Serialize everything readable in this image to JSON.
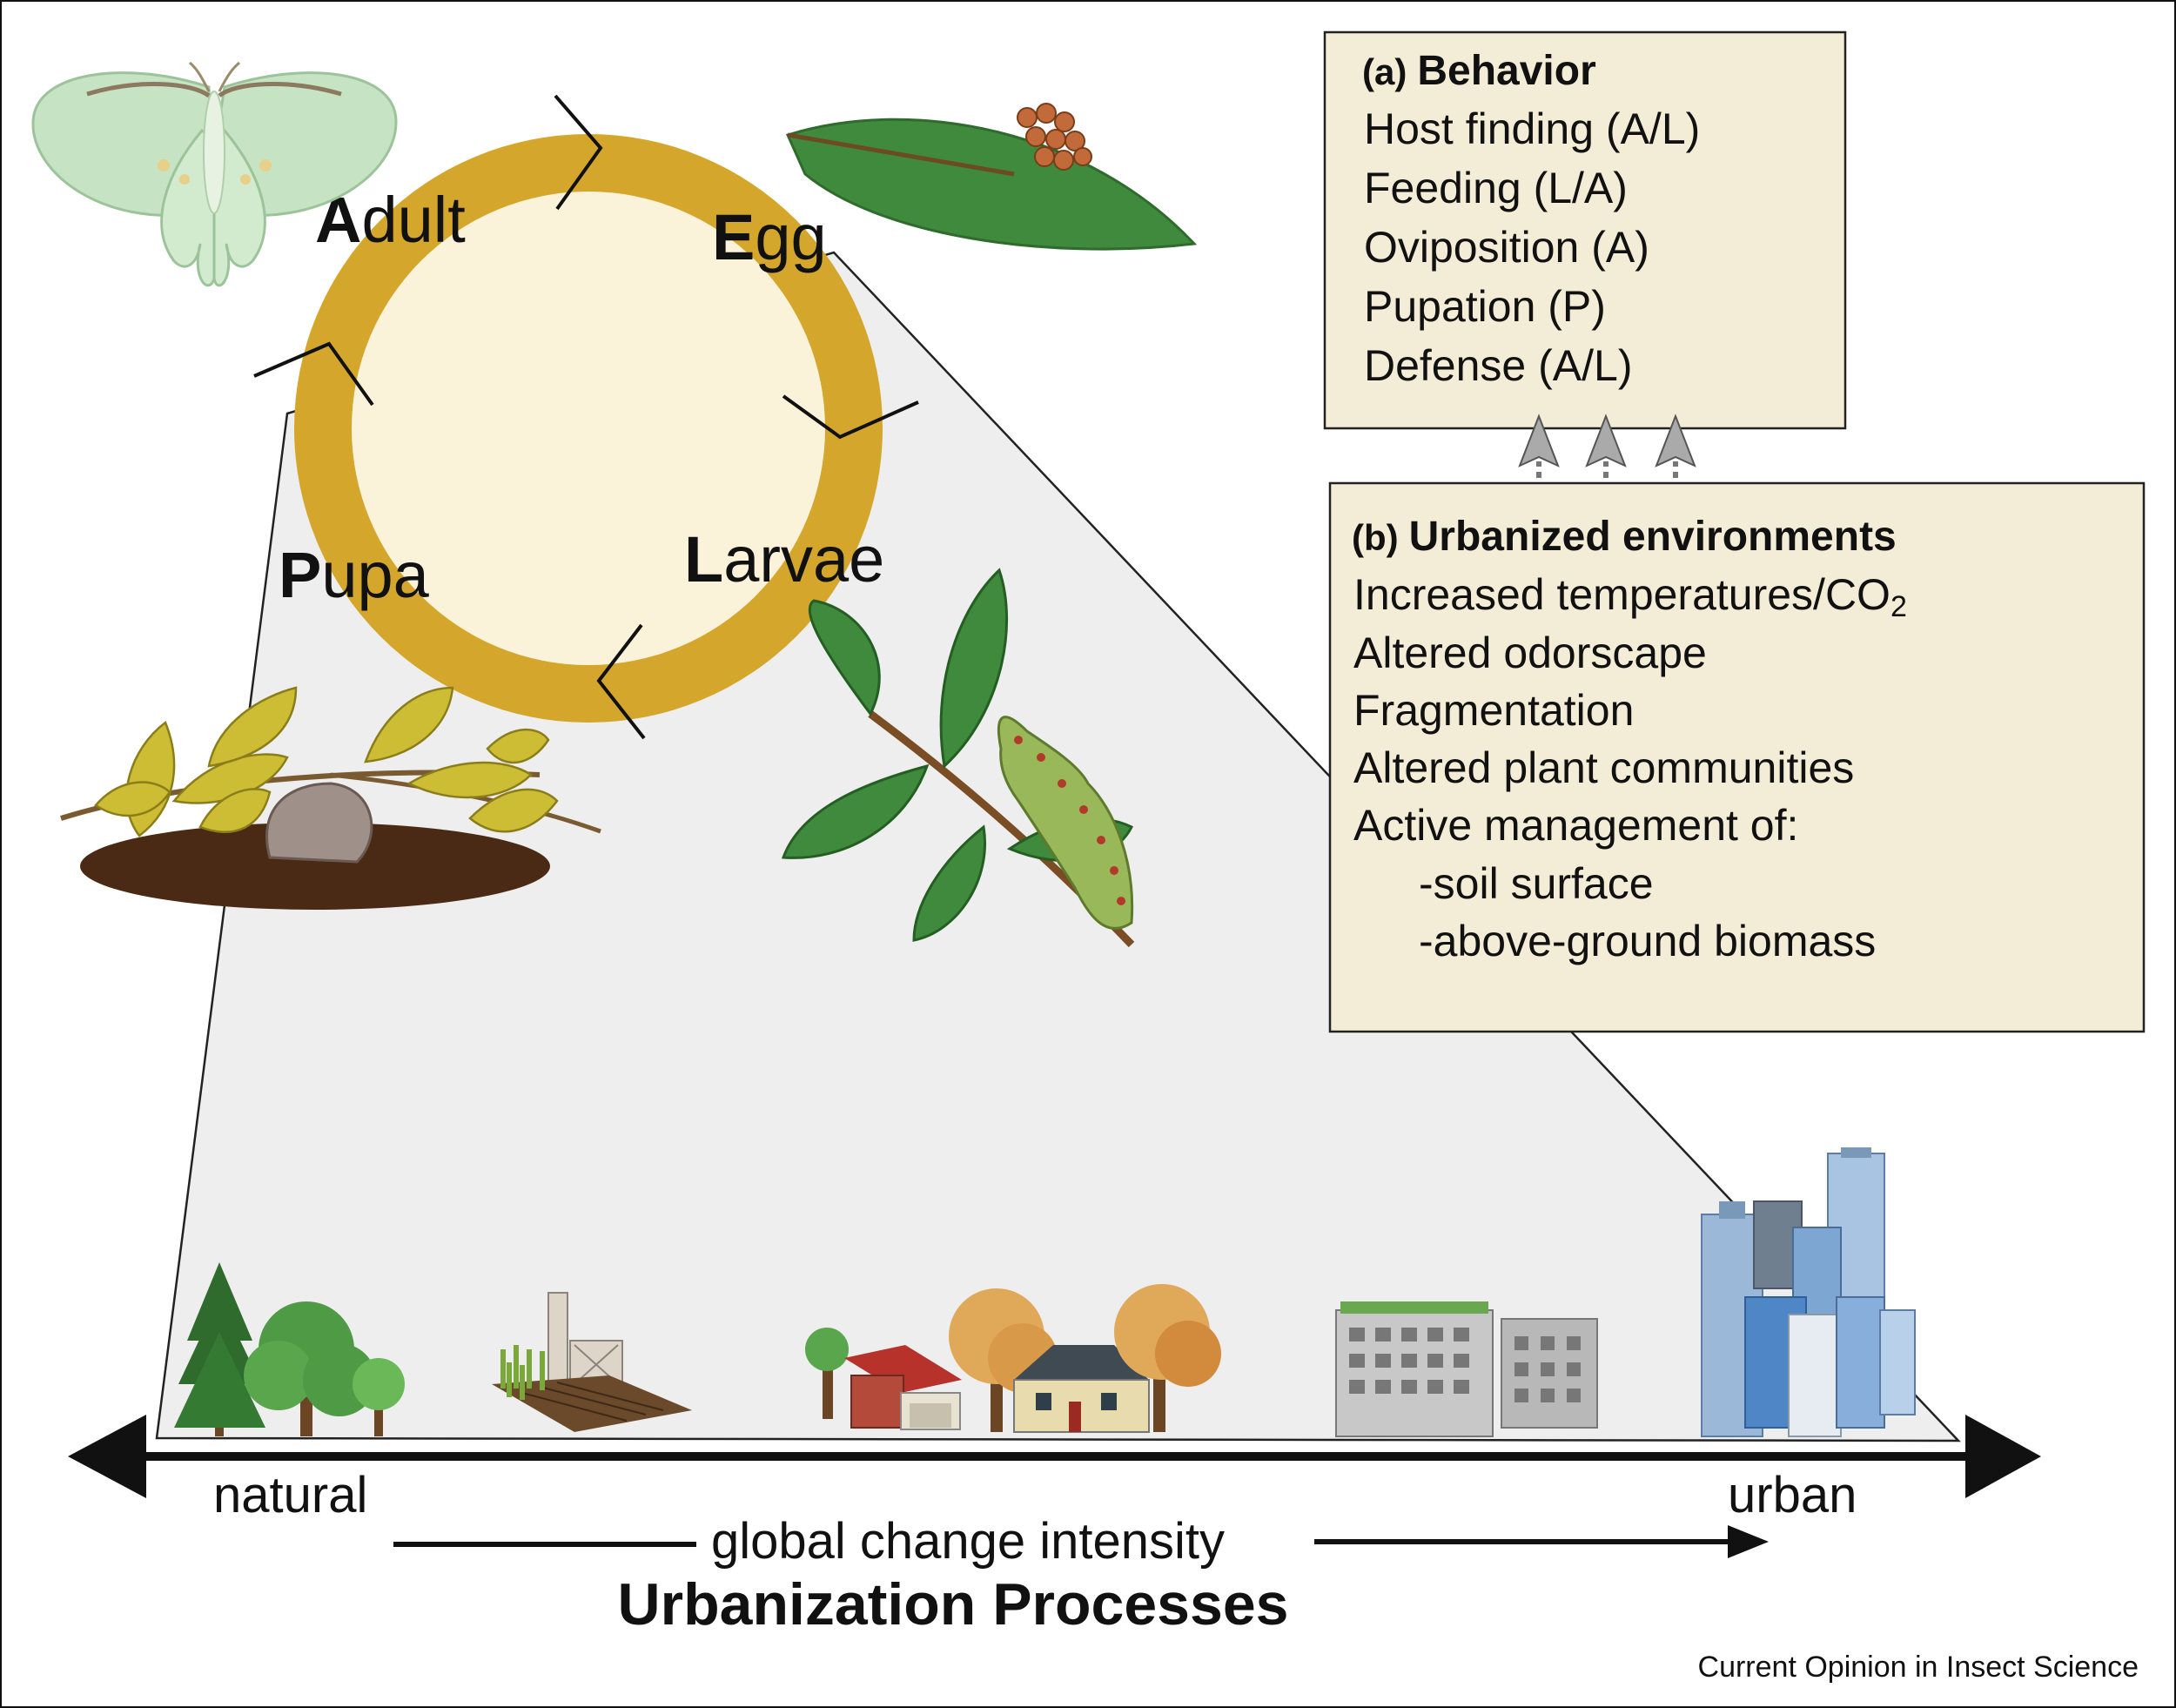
{
  "life_cycle": {
    "stages": [
      {
        "cap": "A",
        "rest": "dult"
      },
      {
        "cap": "E",
        "rest": "gg"
      },
      {
        "cap": "L",
        "rest": "arvae"
      },
      {
        "cap": "P",
        "rest": "upa"
      }
    ]
  },
  "behavior_box": {
    "tag": "(a)",
    "title": "Behavior",
    "items": [
      "Host finding (A/L)",
      "Feeding (L/A)",
      "Oviposition (A)",
      "Pupation (P)",
      "Defense (A/L)"
    ]
  },
  "environment_box": {
    "tag": "(b)",
    "title": "Urbanized environments",
    "items": [
      "Increased temperatures/CO",
      "Altered odorscape",
      "Fragmentation",
      "Altered plant communities",
      "Active management of:",
      "-soil surface",
      "-above-ground biomass"
    ],
    "co2_subscript": "2"
  },
  "axis": {
    "left_label": "natural",
    "right_label": "urban",
    "gradient_label": "global change intensity",
    "title": "Urbanization Processes"
  },
  "credit": "Current Opinion in Insect Science",
  "colors": {
    "ring": "#d4a72c",
    "ring_inner": "#fbf3d9",
    "box_fill": "#f3ecd6",
    "wedge_fill": "#eeeeee",
    "leaf_green": "#3f8a3c",
    "soil": "#4a2a14"
  }
}
